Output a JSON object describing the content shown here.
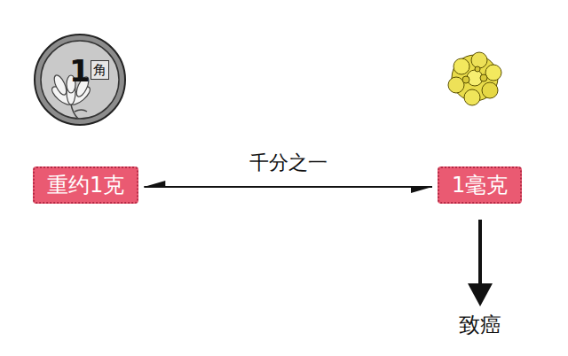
{
  "diagram": {
    "nodes": [
      {
        "text": [
          "重约1克"
        ]
      },
      {
        "text": [
          "1毫克"
        ]
      },
      {
        "text": [
          "致癌"
        ]
      }
    ],
    "edges": [
      {
        "from": 0,
        "to": 1,
        "arrow": "both",
        "label": "千分之一"
      },
      {
        "from": 1,
        "to": 2,
        "arrow": "to"
      }
    ],
    "labels": [
      "1",
      "角"
    ]
  }
}
